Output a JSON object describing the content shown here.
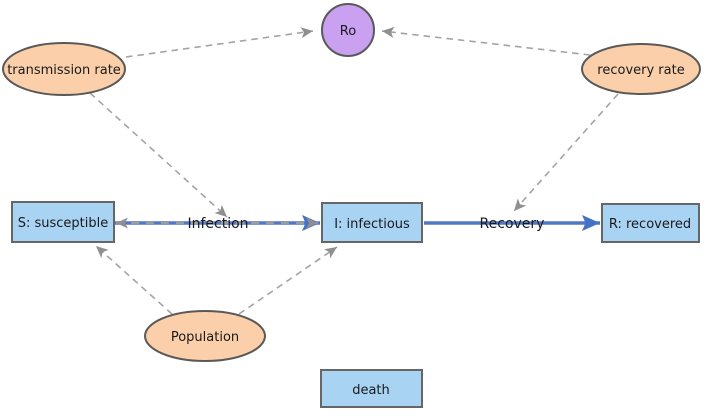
{
  "diagram": {
    "kind": "stock-and-flow SIR model",
    "background": "#ffffff"
  },
  "colors": {
    "stock_fill": "#a9d3f3",
    "stock_border": "#666666",
    "variable_fill": "#fbcfa9",
    "variable_border": "#595959",
    "converter_fill": "#c9a1f0",
    "converter_border": "#595959",
    "flow_color": "#5377c7",
    "flow_label_color": "#4265bb",
    "link_color": "#a3a3a3",
    "link_arrow_color": "#8f8f8f",
    "text_color": "#1a1a1a"
  },
  "nodes": {
    "ro": {
      "label": "Ro",
      "type": "converter-circle"
    },
    "transmission_rate": {
      "label": "transmission rate",
      "type": "variable-ellipse"
    },
    "recovery_rate": {
      "label": "recovery rate",
      "type": "variable-ellipse"
    },
    "susceptible": {
      "label": "S: susceptible",
      "type": "stock-rect"
    },
    "infectious": {
      "label": "I: infectious",
      "type": "stock-rect"
    },
    "recovered": {
      "label": "R: recovered",
      "type": "stock-rect"
    },
    "population": {
      "label": "Population",
      "type": "variable-ellipse"
    },
    "death": {
      "label": "death",
      "type": "stock-rect"
    }
  },
  "flows": {
    "infection": {
      "label": "Infection",
      "from": "susceptible",
      "to": "infectious",
      "style": "blue line with gray dashed overlay, arrowheads both ends"
    },
    "recovery": {
      "label": "Recovery",
      "from": "infectious",
      "to": "recovered",
      "style": "solid blue arrow"
    }
  },
  "links": [
    {
      "from": "transmission_rate",
      "to": "ro"
    },
    {
      "from": "recovery_rate",
      "to": "ro"
    },
    {
      "from": "transmission_rate",
      "to": "infection"
    },
    {
      "from": "recovery_rate",
      "to": "recovery"
    },
    {
      "from": "population",
      "to": "susceptible"
    },
    {
      "from": "population",
      "to": "infectious"
    }
  ]
}
